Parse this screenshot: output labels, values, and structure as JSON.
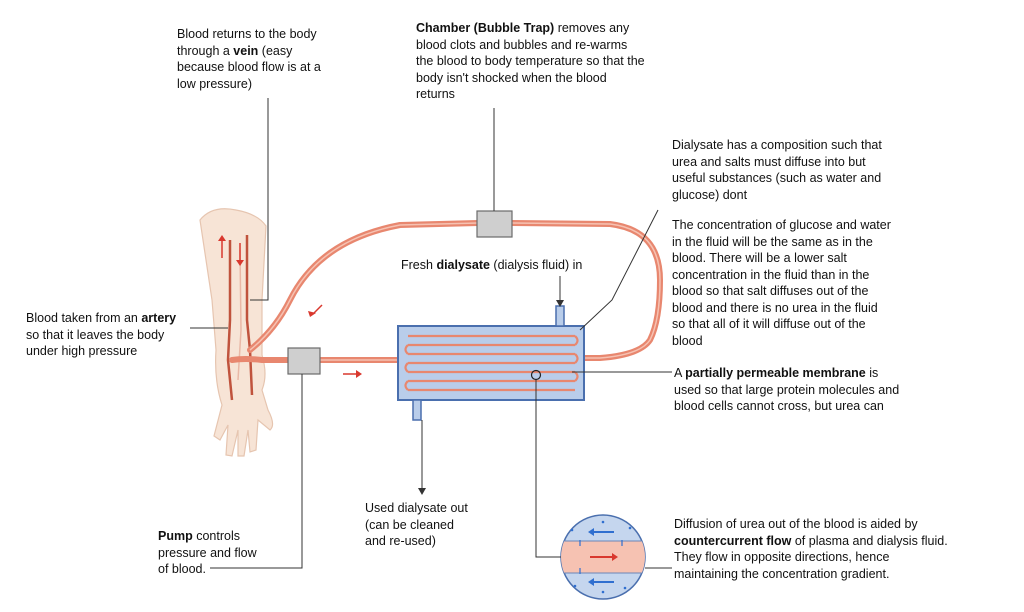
{
  "labels": {
    "vein": [
      {
        "t": "Blood returns to the body\nthrough a "
      },
      {
        "t": "vein",
        "b": true
      },
      {
        "t": " (easy\nbecause blood flow is at a\nlow pressure)"
      }
    ],
    "chamber": [
      {
        "t": "Chamber (Bubble Trap)",
        "b": true
      },
      {
        "t": " removes any\nblood clots and bubbles and re-warms\nthe blood to body temperature so that the\nbody isn't shocked when the blood\nreturns"
      }
    ],
    "dialysate_comp": [
      {
        "t": "Dialysate has a composition such that\nurea and salts must diffuse into but\nuseful substances (such as water and\nglucose) dont"
      }
    ],
    "concentration": [
      {
        "t": "The concentration of glucose and water\nin the fluid will be the same as in the\nblood. There will be a lower salt\nconcentration in the fluid than in the\nblood so that salt diffuses out of the\nblood and there is no urea in the fluid\nso that all of it will diffuse out of the\nblood"
      }
    ],
    "fresh": [
      {
        "t": "Fresh "
      },
      {
        "t": "dialysate",
        "b": true
      },
      {
        "t": " (dialysis fluid) in"
      }
    ],
    "artery": [
      {
        "t": "Blood taken from an "
      },
      {
        "t": "artery",
        "b": true
      },
      {
        "t": "\nso that it leaves the body\nunder high pressure"
      }
    ],
    "membrane": [
      {
        "t": "A "
      },
      {
        "t": "partially permeable membrane",
        "b": true
      },
      {
        "t": " is\nused so that large protein molecules and\nblood cells cannot cross, but urea can"
      }
    ],
    "used": [
      {
        "t": "Used dialysate out\n(can be cleaned\nand re-used)"
      }
    ],
    "pump": [
      {
        "t": "Pump",
        "b": true
      },
      {
        "t": " controls\npressure and flow\nof blood."
      }
    ],
    "diffusion": [
      {
        "t": "Diffusion of urea out of the blood is aided by\n"
      },
      {
        "t": "countercurrent flow",
        "b": true
      },
      {
        "t": " of plasma and dialysis fluid.\nThey flow in opposite directions, hence\nmaintaining the concentration gradient."
      }
    ]
  },
  "colors": {
    "tube": "#e8876f",
    "tube_light": "#f6c2b2",
    "arrow_red": "#d9382e",
    "dialyzer_fill": "#b9cdea",
    "dialyzer_border": "#4a6fae",
    "box_fill": "#cfcfcf",
    "skin": "#f7e4d6",
    "skin_edge": "#e6c5b0",
    "leader": "#333333",
    "blue_arrow": "#2f6fd0"
  }
}
